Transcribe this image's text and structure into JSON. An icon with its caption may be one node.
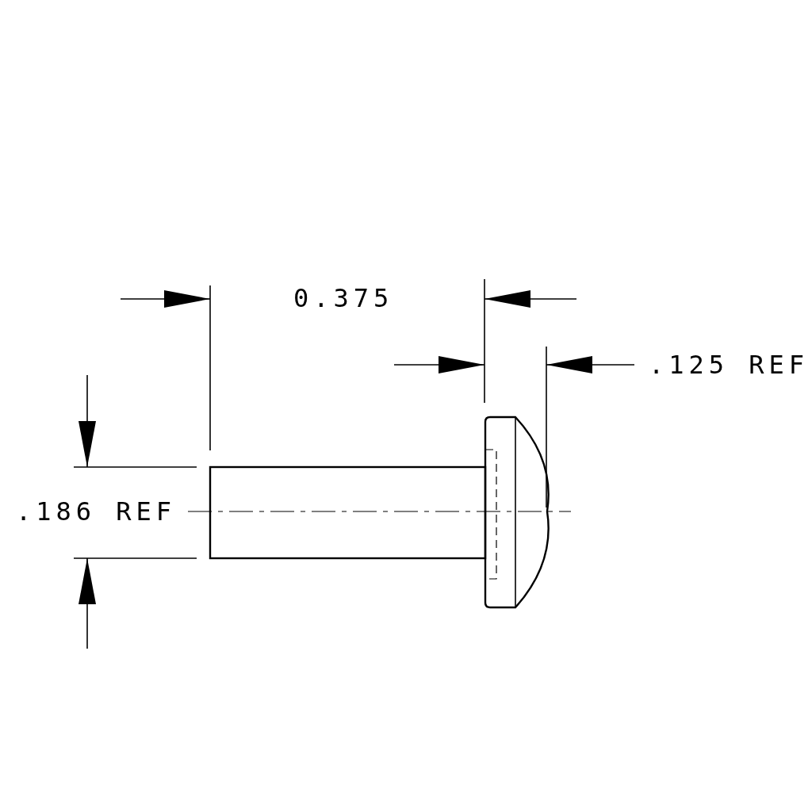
{
  "diagram": {
    "labels": [
      "0.375",
      ".125 REF",
      ".186 REF"
    ]
  }
}
